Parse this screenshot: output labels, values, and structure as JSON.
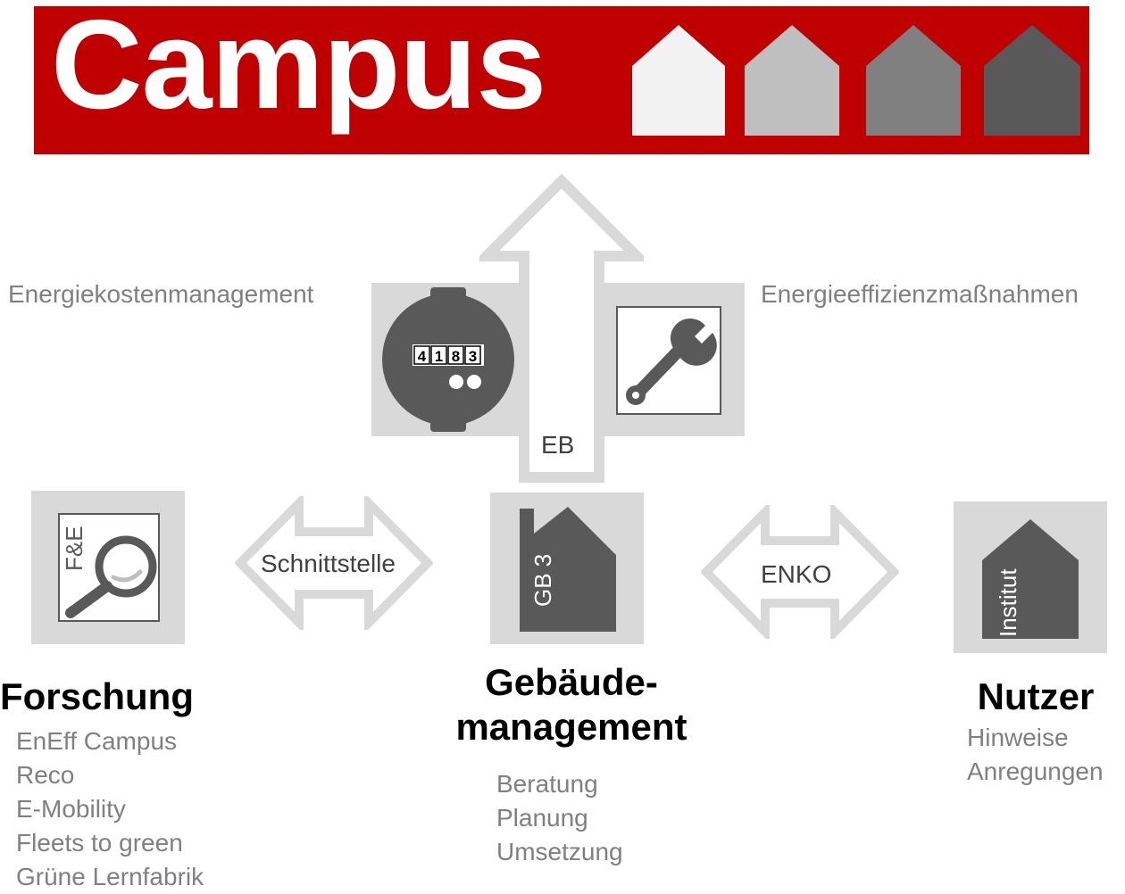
{
  "banner": {
    "title": "Campus",
    "accent": "#c00000",
    "house_colors": [
      "#f2f2f2",
      "#bfbfbf",
      "#808080",
      "#595959"
    ]
  },
  "top": {
    "left_label": "Energiekostenmanagement",
    "right_label": "Energieeffizienzmaßnahmen",
    "meter_digits": [
      "4",
      "1",
      "8",
      "3"
    ],
    "arrow_label": "EB"
  },
  "connectors": {
    "left_label": "Schnittstelle",
    "right_label": "ENKO"
  },
  "forschung": {
    "icon_label": "F&E",
    "heading": "Forschung",
    "items": [
      "EnEff Campus",
      "Reco",
      "E-Mobility",
      "Fleets to green",
      "Grüne Lernfabrik"
    ]
  },
  "gebaeude": {
    "icon_label": "GB 3",
    "heading_line1": "Gebäude-",
    "heading_line2": "management",
    "items": [
      "Beratung",
      "Planung",
      "Umsetzung"
    ]
  },
  "nutzer": {
    "icon_label": "Institut",
    "heading": "Nutzer",
    "items": [
      "Hinweise",
      "Anregungen"
    ]
  }
}
